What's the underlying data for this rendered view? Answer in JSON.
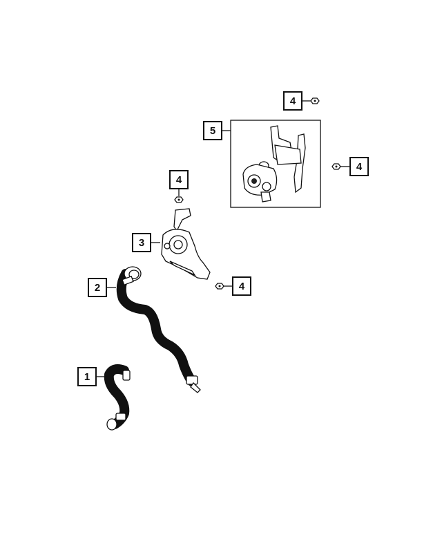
{
  "callouts": {
    "c1": "1",
    "c2": "2",
    "c3": "3",
    "c4a": "4",
    "c4b": "4",
    "c4c": "4",
    "c4d": "4",
    "c5": "5"
  }
}
